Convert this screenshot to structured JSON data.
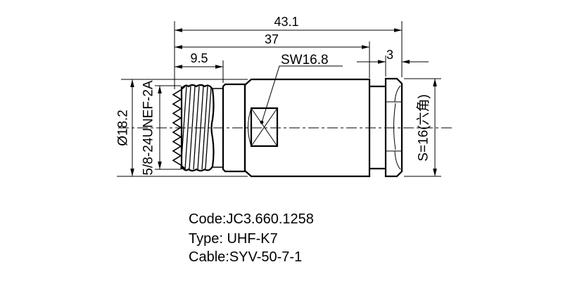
{
  "colors": {
    "line": "#000000",
    "background": "#ffffff"
  },
  "drawing": {
    "dims": {
      "overall_length": "43.1",
      "body_length": "37",
      "coupling_length": "9.5",
      "rear_hex_thickness": "3",
      "wrench_flat": "SW16.8",
      "diameter": "Ø18.2",
      "thread": "5/8-24UNEF-2A",
      "hex_size": "S=16(六角)"
    },
    "notes": {
      "code": "Code:JC3.660.1258",
      "type": "Type: UHF-K7",
      "cable": "Cable:SYV-50-7-1"
    }
  }
}
